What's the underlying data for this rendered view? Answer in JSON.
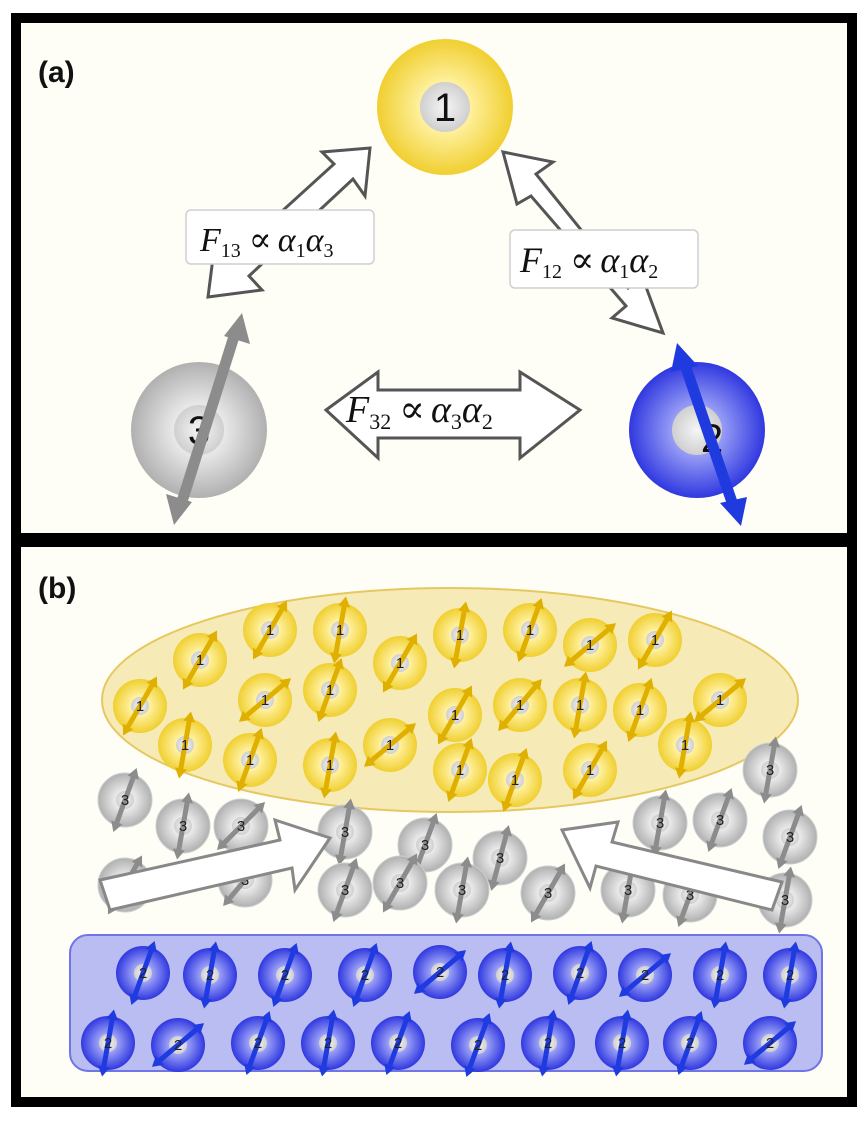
{
  "panel_a": {
    "label": "(a)",
    "particles": [
      {
        "id": "1",
        "label": "1",
        "color": "#f2d23c"
      },
      {
        "id": "2",
        "label": "2",
        "color": "#3a46e6"
      },
      {
        "id": "3",
        "label": "3",
        "color": "#b8b8b8"
      }
    ],
    "forces": [
      {
        "id": "F13",
        "sym": "F",
        "sub": "13",
        "rel": "∝",
        "a": "α",
        "i": "1",
        "b": "α",
        "j": "3"
      },
      {
        "id": "F12",
        "sym": "F",
        "sub": "12",
        "rel": "∝",
        "a": "α",
        "i": "1",
        "b": "α",
        "j": "2"
      },
      {
        "id": "F32",
        "sym": "F",
        "sub": "32",
        "rel": "∝",
        "a": "α",
        "i": "3",
        "b": "α",
        "j": "2"
      }
    ]
  },
  "panel_b": {
    "label": "(b)",
    "particle_labels": {
      "yellow": "1",
      "gray": "3",
      "blue": "2"
    }
  },
  "colors": {
    "yellow": "#f2d23c",
    "yellow_arrow": "#e0b000",
    "blue": "#3a46e6",
    "blue_arrow": "#1f3be0",
    "gray": "#b8b8b8",
    "gray_arrow": "#8c8c8c",
    "yellow_region": "#f3e3a0",
    "blue_region": "#a9adf0",
    "panel_bg": "#fefef6"
  }
}
